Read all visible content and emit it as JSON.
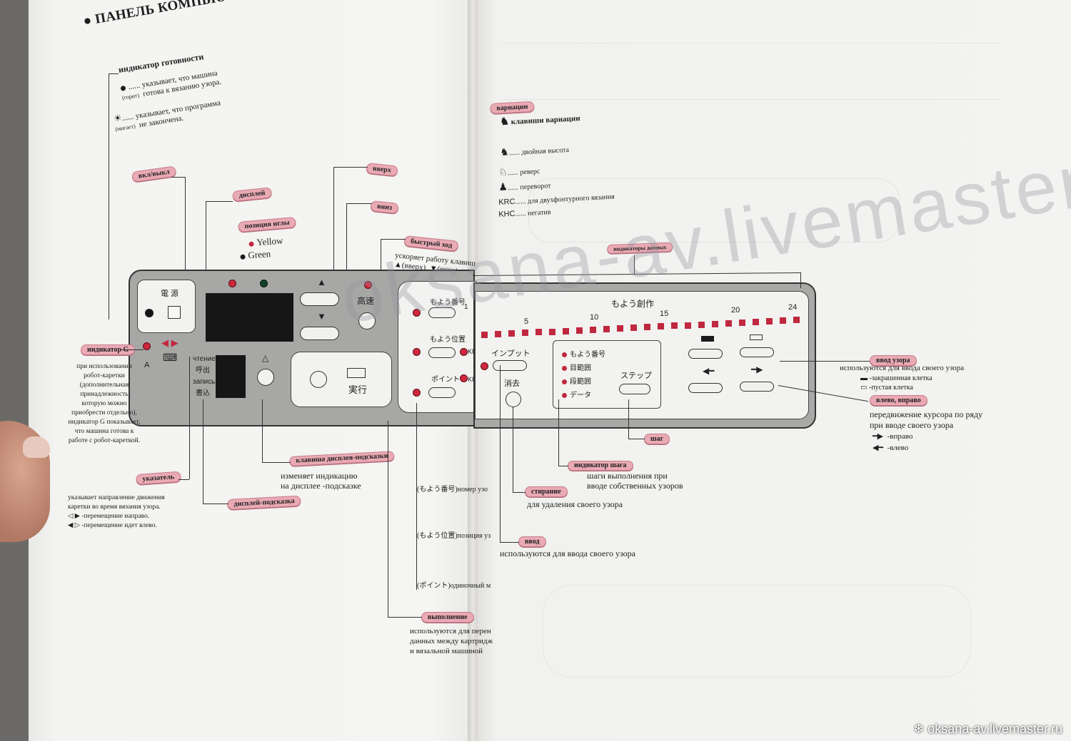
{
  "title": "ПАНЕЛЬ КОМПЬЮТЕРА",
  "ready_indicator": {
    "heading": "индикатор готовности",
    "line1a": "...... указывает, что машина",
    "line1b": "готова к вязанию узора.",
    "on_label": "(горит)",
    "line2a": "...... указывает, что программа",
    "line2b": "не закончена.",
    "blink_label": "(мигает)"
  },
  "labels": {
    "power": "вкл/выкл",
    "display": "дисплей",
    "needle_pos": "позиция иглы",
    "yellow": "Yellow",
    "green": "Green",
    "up": "вверх",
    "down": "вниз",
    "fast": "быстрый ход",
    "fast_desc1": "ускоряет работу клавиш",
    "fast_desc2": "▲(вверх), ▼(вниз).",
    "indicator_g": "индикатор G",
    "pointer": "указатель",
    "hint_key": "клавиша дисплея-подсказки",
    "hint_key_desc1": "изменяет индикацию",
    "hint_key_desc2": "на дисплее -подсказке",
    "hint_display": "дисплей-подсказка",
    "execute": "выполнение",
    "variations": "вариации",
    "data_indicators": "индикаторы данных",
    "pattern_input": "ввод узора",
    "left_right": "влево, вправо",
    "step": "шаг",
    "step_indicator": "индикатор шага",
    "erase": "стирание",
    "input": "ввод"
  },
  "descriptions": {
    "indicator_g": [
      "при использовании",
      "робот-каретки",
      "(дополнительная",
      "принадлежность",
      "которую можно",
      "приобрести отдельно),",
      "индикатор G показывает,",
      "что машина готова к",
      "работе с робот-кареткой."
    ],
    "pointer": [
      "указывает направление движения",
      "каретки во время вязания узора."
    ],
    "pointer_right": "◁ ▶ -перемещение направо.",
    "pointer_left": "◀ ▷ -перемещение идет влево.",
    "pattern_no": "(もよう番号)номер узо",
    "pattern_pos": "(もよう位置)позиция уз",
    "point": "(ポイント)одиночный м",
    "execute": [
      "используются для перен",
      "данных между картридж",
      "и вязальной машиной"
    ],
    "variation_keys": "клавиши вариации",
    "double_height": "...... двойная высота",
    "reverse": "...... реверс",
    "flip": "...... переворот",
    "krc_code": "KRC",
    "krc": "...... для двухфонтурного вязания",
    "khc_code": "KHC",
    "khc": "...... негатив",
    "pattern_input": "используются для ввода своего узора",
    "filled_cell": "▬ -закрашенная клетка",
    "empty_cell": "▭ -пустая клетка",
    "cursor": [
      "передвижение курсора по ряду",
      "при вводе своего узора"
    ],
    "right": "-вправо",
    "left": "-влево",
    "step_indicator": [
      "шаги выполнения при",
      "вводе собственных узоров"
    ],
    "erase": "для удаления своего узора",
    "input": "используются для ввода своего узора"
  },
  "panel": {
    "power_jp": "電 源",
    "high_speed": "高速",
    "read": "чтение",
    "read_jp": "呼出",
    "write": "запись",
    "write_jp": "書込",
    "a": "A",
    "execute_jp": "実行",
    "pattern_no": "もよう番号",
    "pattern_pos": "もよう位置",
    "point": "ポイント",
    "krc": "KRC",
    "khc": "KHC",
    "one": "1",
    "create": "もよう創作",
    "input": "インプット",
    "erase": "消去",
    "pattern_no2": "もよう番号",
    "range1": "目範囲",
    "range2": "段範囲",
    "data": "データ",
    "step": "ステップ",
    "scale": [
      "5",
      "10",
      "15",
      "20",
      "24"
    ]
  },
  "watermark": "oksana-av.livemaster.ru",
  "stamp": "oksana-av.livemaster.ru"
}
